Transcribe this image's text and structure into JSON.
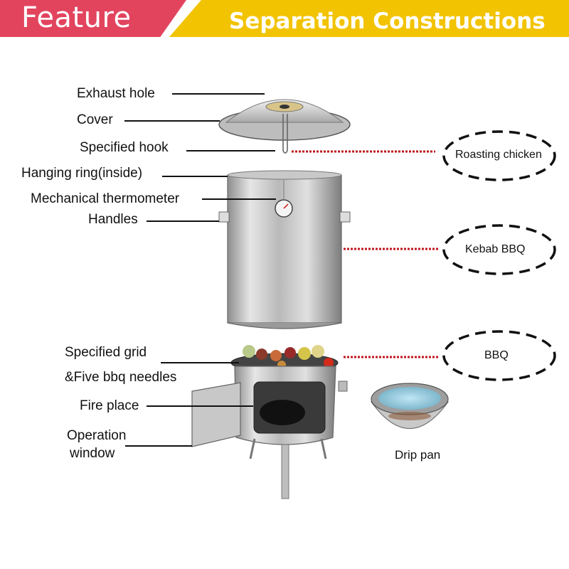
{
  "header": {
    "feature": "Feature",
    "title": "Separation Constructions"
  },
  "parts": {
    "exhaust_hole": "Exhaust hole",
    "cover": "Cover",
    "specified_hook": "Specified hook",
    "hanging_ring": "Hanging ring(inside)",
    "thermometer": "Mechanical thermometer",
    "handles": "Handles",
    "grid_line1": "Specified grid",
    "grid_line2": "&Five bbq needles",
    "fire_place": "Fire place",
    "window_line1": "Operation",
    "window_line2": "window"
  },
  "uses": {
    "roasting_chicken": "Roasting chicken",
    "kebab_bbq": "Kebab BBQ",
    "bbq": "BBQ"
  },
  "drip_pan": "Drip pan",
  "colors": {
    "feature_red": "#e2445e",
    "title_yellow": "#f2c300",
    "link_red": "#c0141c"
  }
}
